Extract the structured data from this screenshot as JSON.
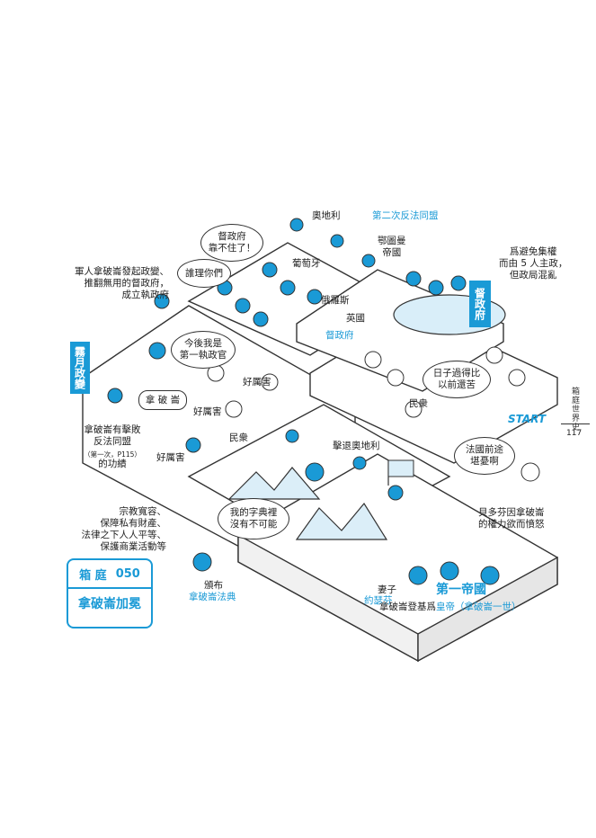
{
  "side": {
    "category": "箱庭世界史",
    "page_number": "117"
  },
  "badge": {
    "series": "箱 庭",
    "number": "050",
    "title": "拿破崙加冕"
  },
  "colors": {
    "accent": "#1a9ad6",
    "outline": "#333333"
  },
  "flags": {
    "brumaire": "霧月政變",
    "directory": "督政府"
  },
  "start_label": "START",
  "labels": {
    "austria": "奧地利",
    "second_coalition": "第二次反法同盟",
    "portugal": "葡萄牙",
    "ottoman": "鄂圖曼\n帝國",
    "russia": "俄羅斯",
    "britain": "英國",
    "directory_label": "督政府",
    "centralize": "爲避免集權\n而由 5 人主政，\n但政局混亂",
    "coup": "軍人拿破崙發起政變、\n推翻無用的督政府，\n成立執政府",
    "napoleon": "拿 破 崙",
    "awesome1": "好厲害",
    "awesome2": "好厲害",
    "awesome3": "好厲害",
    "citizens1": "民衆",
    "citizens2": "民衆",
    "defeat_austria": "擊退奧地利",
    "first_coalition_1": "拿破崙有擊敗\n反法同盟",
    "first_coalition_ref": "（第一次，P115）",
    "first_coalition_2": "的功績",
    "code_text": "宗教寬容、\n保障私有財產、\n法律之下人人平等、\n保護商業活動等",
    "promulgate": "頒布",
    "civil_code": "拿破崙法典",
    "pope_text": "貝多芬因拿破崙\n的權力欲而憤怒",
    "wife": "妻子",
    "josephine": "約瑟芬",
    "first_empire": "第一帝國",
    "coronation_a": "拿破崙登基爲",
    "coronation_b": "皇帝（拿破崙一世）"
  },
  "bubbles": {
    "unreliable": "督政府\n靠不住了！",
    "protect": "誰理你們",
    "consul": "今後我是\n第一執政官",
    "hard_times": "日子過得比\n以前還苦",
    "future": "法國前途\n堪憂啊",
    "dictionary": "我的字典裡\n沒有不可能"
  }
}
